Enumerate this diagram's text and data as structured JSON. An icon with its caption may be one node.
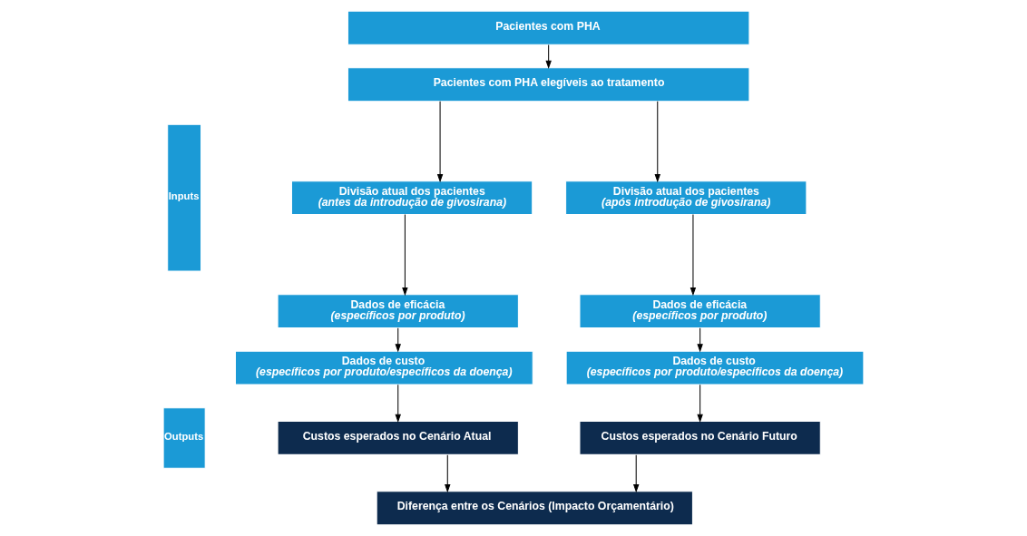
{
  "diagram": {
    "nodes": [
      {
        "text": [
          "Inputs"
        ]
      },
      {
        "text": [
          "Pacientes com PHA"
        ]
      },
      {
        "text": [
          "Pacientes com PHA elegíveis ao tratamento"
        ]
      },
      {
        "text": [
          "Divisão atual dos pacientes",
          "(antes da introdução de givosirana)"
        ]
      },
      {
        "text": [
          "Divisão atual dos pacientes",
          "(após introdução de givosirana)"
        ]
      },
      {
        "text": [
          "Dados de eficácia",
          "(específicos por produto)"
        ]
      },
      {
        "text": [
          "Dados de eficácia",
          "(específicos por produto)"
        ]
      },
      {
        "text": [
          "Dados de custo",
          "(específicos por produto/específicos da doença)"
        ]
      },
      {
        "text": [
          "Dados de custo",
          "(específicos por produto/específicos da doença)"
        ]
      },
      {
        "text": [
          "Outputs"
        ]
      },
      {
        "text": [
          "Custos esperados no Cenário Atual"
        ]
      },
      {
        "text": [
          "Custos esperados no Cenário Futuro"
        ]
      },
      {
        "text": [
          "Diferença entre os Cenários (Impacto Orçamentário)"
        ]
      }
    ],
    "edges": [
      {
        "from": 1,
        "to": 2,
        "arrow": "to"
      },
      {
        "from": 2,
        "to": 3,
        "arrow": "to"
      },
      {
        "from": 2,
        "to": 4,
        "arrow": "to"
      },
      {
        "from": 3,
        "to": 5,
        "arrow": "to"
      },
      {
        "from": 4,
        "to": 6,
        "arrow": "to"
      },
      {
        "from": 5,
        "to": 7,
        "arrow": "to"
      },
      {
        "from": 6,
        "to": 8,
        "arrow": "to"
      },
      {
        "from": 7,
        "to": 10,
        "arrow": "to"
      },
      {
        "from": 8,
        "to": 11,
        "arrow": "to"
      },
      {
        "from": 10,
        "to": 12,
        "arrow": "to"
      },
      {
        "from": 11,
        "to": 12,
        "arrow": "to"
      }
    ]
  }
}
